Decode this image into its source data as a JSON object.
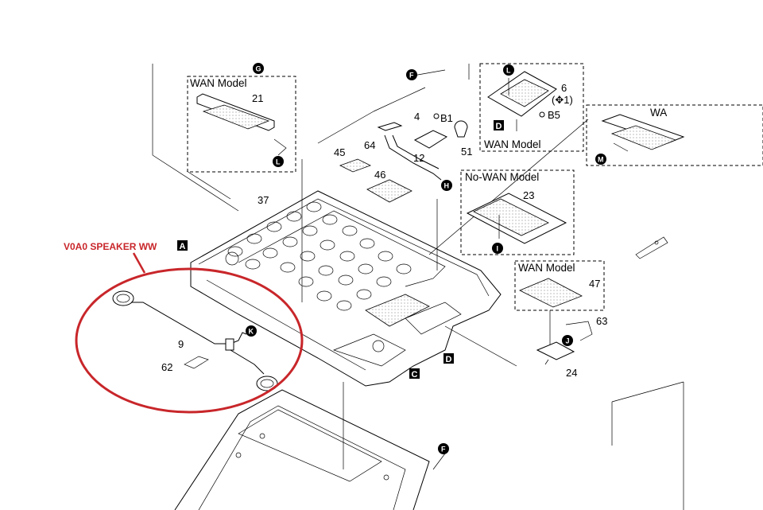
{
  "callout": {
    "label": "V0A0 SPEAKER WW",
    "color": "#c8262a"
  },
  "boxes": {
    "wan_top_left": "WAN Model",
    "wan_top_right": "WAN Model",
    "nowan": "No-WAN Model",
    "wan_lower": "WAN Model",
    "wan_far_right": "WA"
  },
  "parts": {
    "p4": "4",
    "pB1": "B1",
    "p51": "51",
    "p64": "64",
    "p12": "12",
    "p45": "45",
    "p46": "46",
    "p37": "37",
    "p21": "21",
    "p6": "6",
    "p6q": "(✥1)",
    "pB5": "B5",
    "p23": "23",
    "p47": "47",
    "p63": "63",
    "p24": "24",
    "p9": "9",
    "p62": "62"
  },
  "markers": {
    "G": "G",
    "F1": "F",
    "F2": "F",
    "L1": "L",
    "L2": "L",
    "D1": "D",
    "H": "H",
    "I": "I",
    "J": "J",
    "K": "K",
    "M": "M",
    "A": "A",
    "C": "C",
    "D2": "D"
  }
}
